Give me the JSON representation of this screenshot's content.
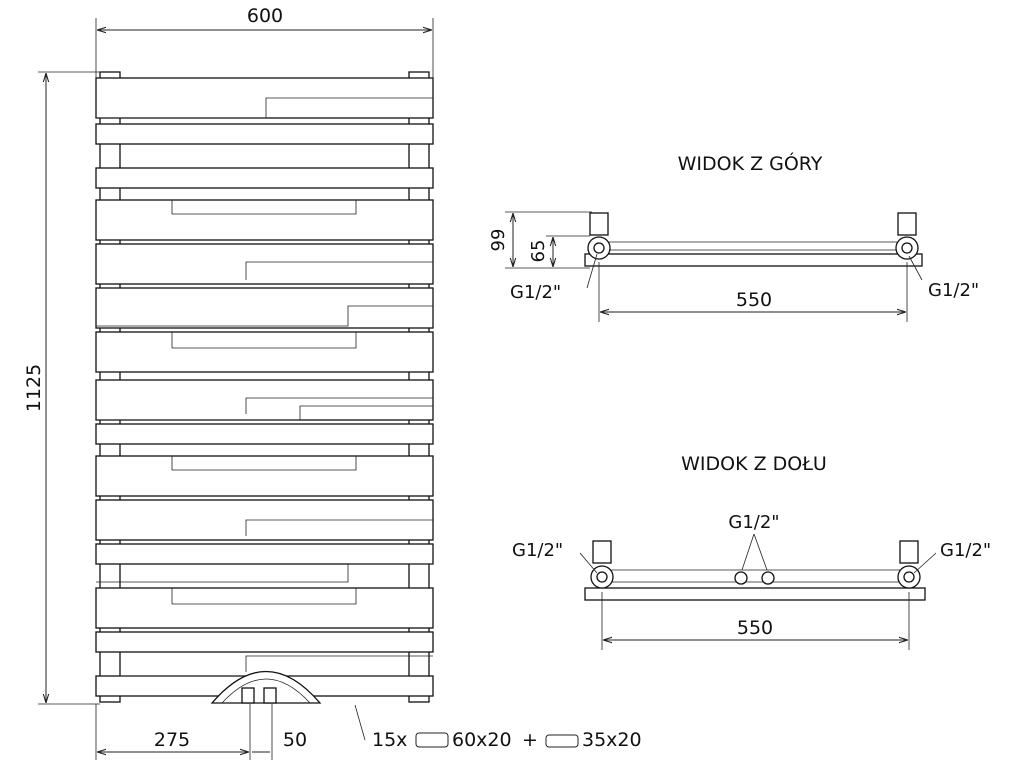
{
  "front_view": {
    "width_label": "600",
    "height_label": "1125",
    "offset_label": "275",
    "spacing_label": "50",
    "element_count": "15x",
    "profile_wide": "60x20",
    "plus": "+",
    "profile_narrow": "35x20"
  },
  "top_view": {
    "title": "WIDOK Z GÓRY",
    "depth_label": "99",
    "axis_label": "65",
    "connector_left": "G1/2\"",
    "connector_right": "G1/2\"",
    "span_label": "550"
  },
  "bottom_view": {
    "title": "WIDOK Z DOŁU",
    "connector_left": "G1/2\"",
    "connector_center": "G1/2\"",
    "connector_right": "G1/2\"",
    "span_label": "550"
  },
  "colors": {
    "line": "#111111",
    "background": "#ffffff"
  }
}
